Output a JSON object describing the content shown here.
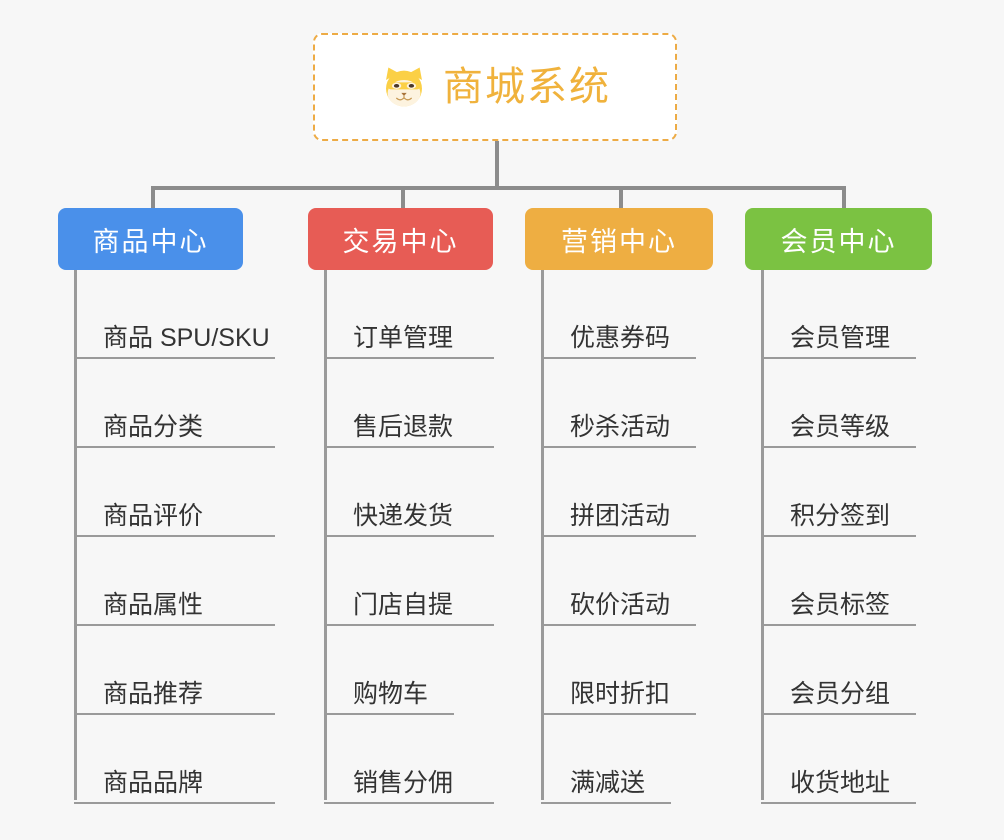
{
  "root": {
    "title": "商城系统",
    "icon": "shiba-inu-icon",
    "border_color": "#edab45",
    "text_color": "#f0b23c",
    "background": "#ffffff"
  },
  "canvas": {
    "background": "#f7f7f7",
    "connector_color": "#8c8c8c"
  },
  "branches": [
    {
      "label": "商品中心",
      "color": "#4a90ea",
      "items": [
        {
          "label": "商品 SPU/SKU"
        },
        {
          "label": "商品分类"
        },
        {
          "label": "商品评价"
        },
        {
          "label": "商品属性"
        },
        {
          "label": "商品推荐"
        },
        {
          "label": "商品品牌"
        }
      ]
    },
    {
      "label": "交易中心",
      "color": "#e75c55",
      "items": [
        {
          "label": "订单管理"
        },
        {
          "label": "售后退款"
        },
        {
          "label": "快递发货"
        },
        {
          "label": "门店自提"
        },
        {
          "label": "购物车",
          "short": true
        },
        {
          "label": "销售分佣"
        }
      ]
    },
    {
      "label": "营销中心",
      "color": "#eeae42",
      "items": [
        {
          "label": "优惠券码"
        },
        {
          "label": "秒杀活动"
        },
        {
          "label": "拼团活动"
        },
        {
          "label": "砍价活动"
        },
        {
          "label": "限时折扣"
        },
        {
          "label": "满减送",
          "short": true
        }
      ]
    },
    {
      "label": "会员中心",
      "color": "#7bc242",
      "items": [
        {
          "label": "会员管理"
        },
        {
          "label": "会员等级"
        },
        {
          "label": "积分签到"
        },
        {
          "label": "会员标签"
        },
        {
          "label": "会员分组"
        },
        {
          "label": "收货地址"
        }
      ]
    }
  ]
}
